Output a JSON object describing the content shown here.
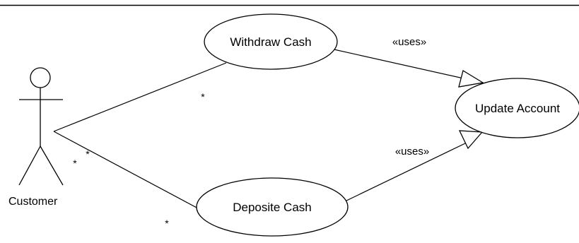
{
  "actor": {
    "name": "Customer"
  },
  "use_cases": {
    "withdraw": "Withdraw Cash",
    "deposit": "Deposite Cash",
    "update": "Update Account"
  },
  "relations": {
    "withdraw_update": "«uses»",
    "deposit_update": "«uses»"
  },
  "multiplicities": {
    "withdraw_end": "*",
    "actor_withdraw_end": "*",
    "actor_deposit_end": "*",
    "deposit_end": "*"
  }
}
